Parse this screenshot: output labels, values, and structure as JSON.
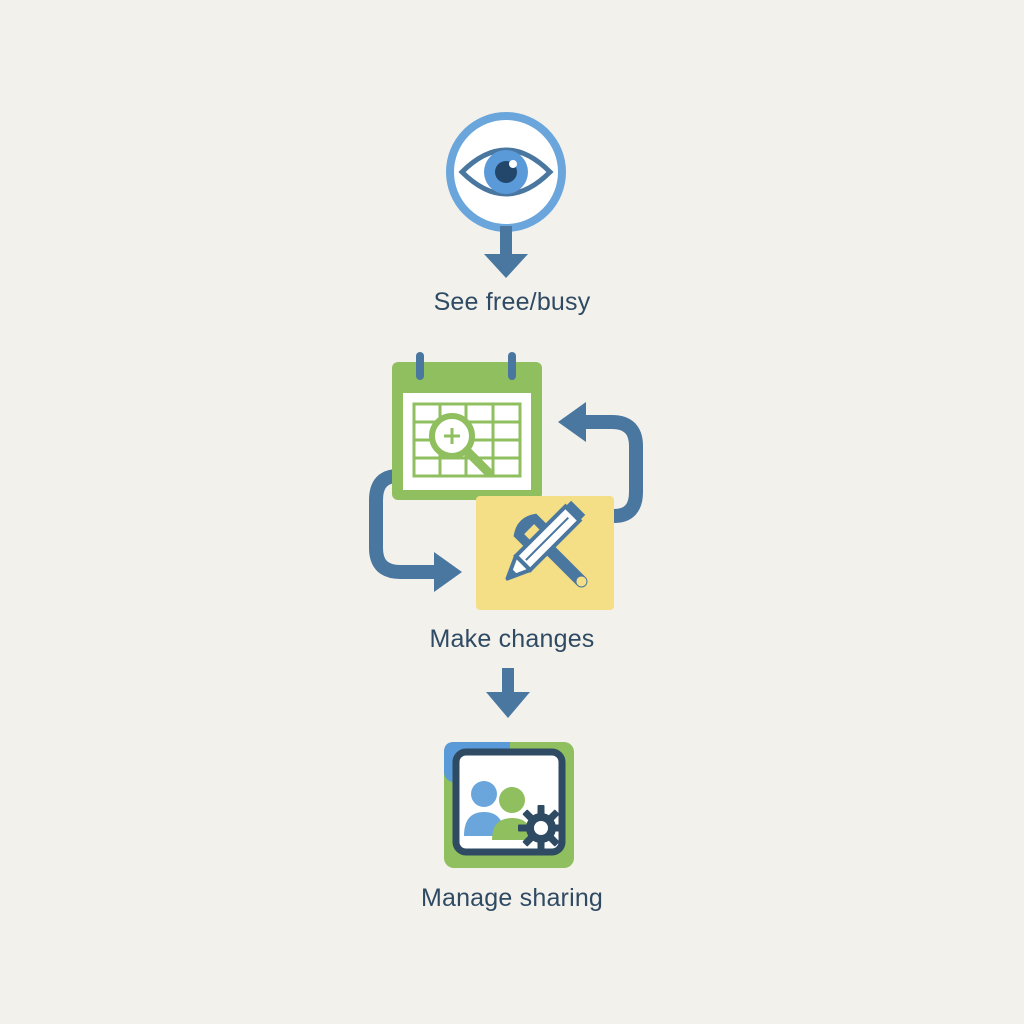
{
  "steps": [
    {
      "label": "See free/busy",
      "icon": "eye-icon"
    },
    {
      "label": "Make changes",
      "icon": "pencil-wrench-icon"
    },
    {
      "label": "Manage sharing",
      "icon": "people-settings-icon"
    }
  ],
  "colors": {
    "background": "#f3f1ec",
    "arrow": "#4a77a0",
    "label": "#2f4a63",
    "eye_ring": "#6aa6dc",
    "calendar_green": "#8fbf5e",
    "tools_yellow": "#f5df86",
    "sharing_blue": "#5a9ad8",
    "sharing_green": "#8fbf5e"
  }
}
